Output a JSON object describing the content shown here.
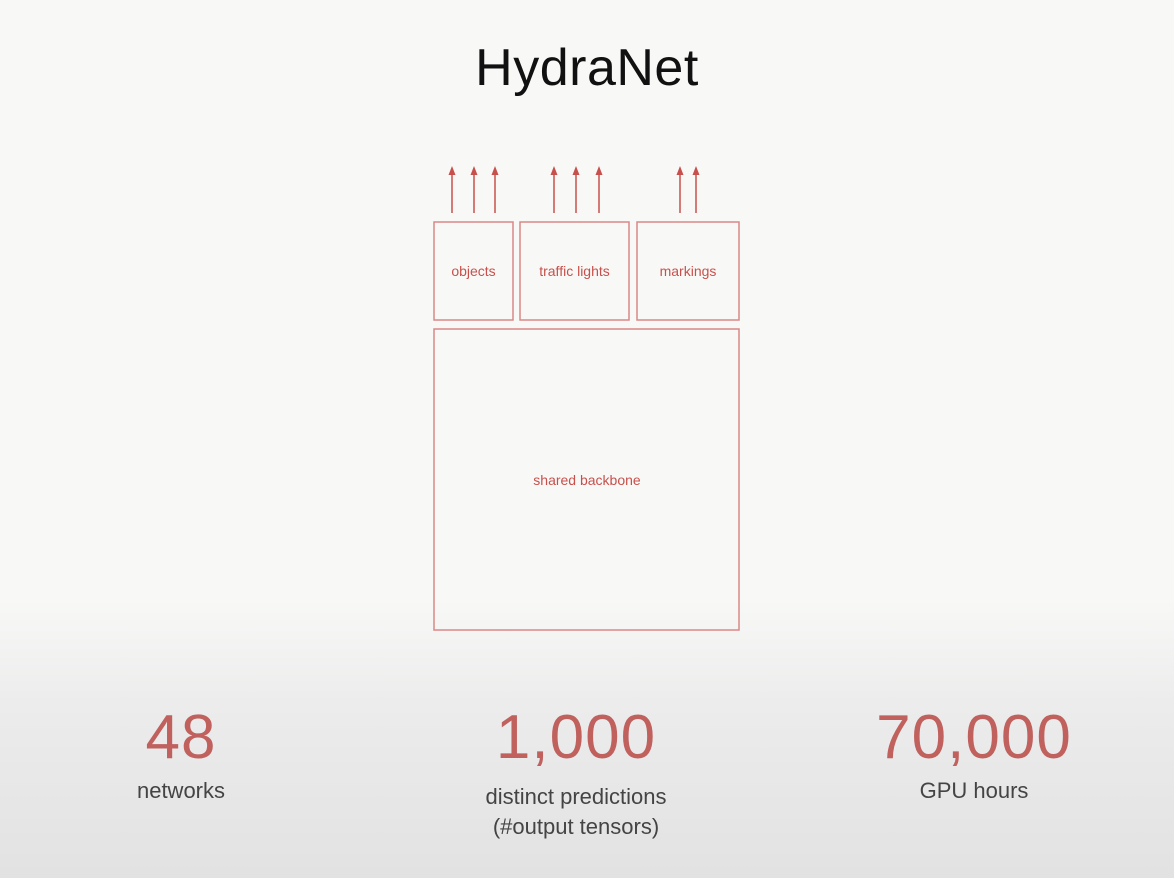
{
  "title": "HydraNet",
  "diagram": {
    "heads": [
      {
        "label": "objects",
        "arrows": 3
      },
      {
        "label": "traffic lights",
        "arrows": 3
      },
      {
        "label": "markings",
        "arrows": 2
      }
    ],
    "backbone_label": "shared backbone",
    "colors": {
      "stroke": "#d98886",
      "text": "#c8504c"
    }
  },
  "stats": [
    {
      "number": "48",
      "label_line1": "networks",
      "label_line2": ""
    },
    {
      "number": "1,000",
      "label_line1": "distinct predictions",
      "label_line2": "(#output tensors)"
    },
    {
      "number": "70,000",
      "label_line1": "GPU hours",
      "label_line2": ""
    }
  ],
  "colors": {
    "stat_number": "#c0615e",
    "stat_label": "#444444",
    "title": "#111111"
  }
}
